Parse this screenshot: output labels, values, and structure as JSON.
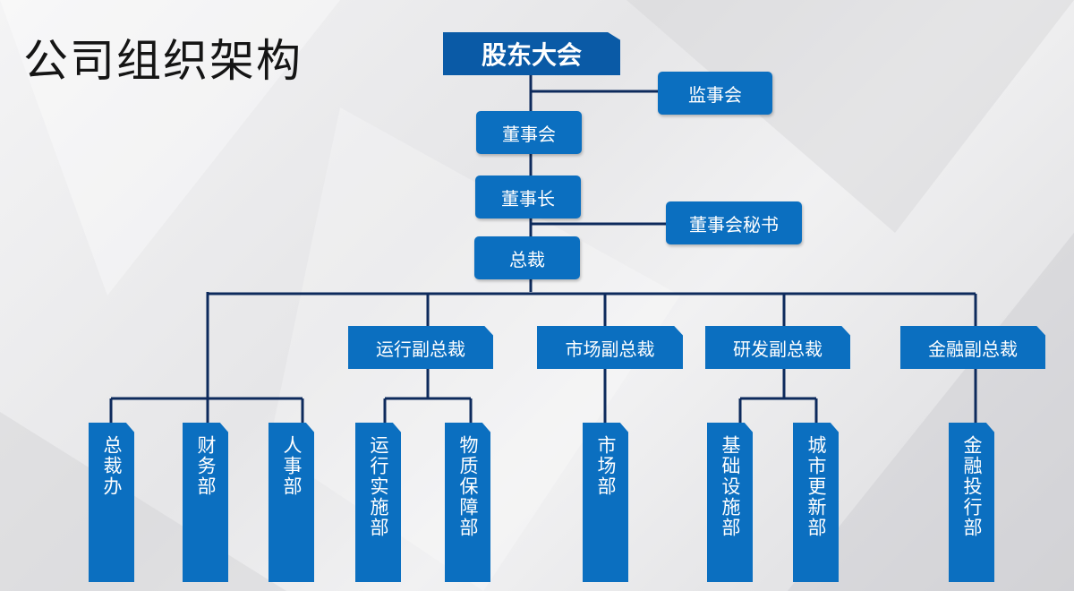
{
  "title": "公司组织架构",
  "nodes": {
    "shareholders": "股东大会",
    "supervisors": "监事会",
    "board": "董事会",
    "chairman": "董事长",
    "secretary": "董事会秘书",
    "president": "总裁",
    "vp_operations": "运行副总裁",
    "vp_market": "市场副总裁",
    "vp_rnd": "研发副总裁",
    "vp_finance": "金融副总裁",
    "dept_president_office": "总裁办",
    "dept_finance": "财务部",
    "dept_hr": "人事部",
    "dept_operations": "运行实施部",
    "dept_materials": "物质保障部",
    "dept_market": "市场部",
    "dept_infrastructure": "基础设施部",
    "dept_urban_renewal": "城市更新部",
    "dept_investment": "金融投行部"
  },
  "colors": {
    "box": "#0b6fc0",
    "box_top": "#0a5aa6",
    "line": "#0d2a5c"
  }
}
